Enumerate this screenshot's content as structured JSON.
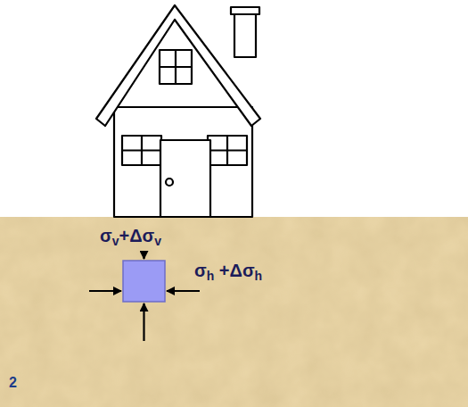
{
  "diagram": {
    "labels": [
      "σv+Δσv",
      "σh +Δσh",
      "2"
    ]
  }
}
